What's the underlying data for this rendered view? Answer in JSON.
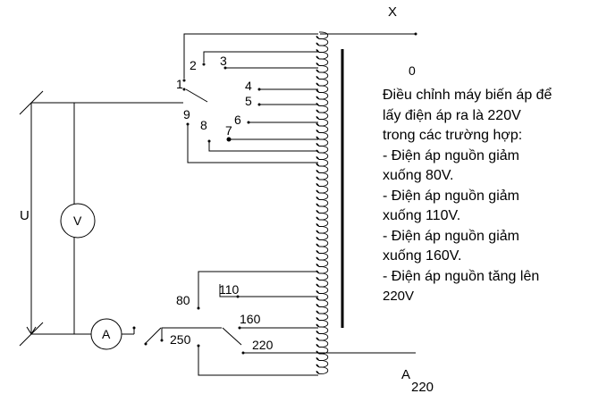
{
  "labels": {
    "x": "X",
    "zero": "0",
    "u": "U",
    "v": "V",
    "a": "A",
    "a220_main": "A",
    "a220_sub": "220",
    "tap_1": "1",
    "tap_2": "2",
    "tap_3": "3",
    "tap_4": "4",
    "tap_5": "5",
    "tap_6": "6",
    "tap_7": "7",
    "tap_8": "8",
    "tap_9": "9",
    "tap_80": "80",
    "tap_110": "110",
    "tap_160": "160",
    "tap_220": "220",
    "tap_250": "250"
  },
  "note": {
    "lines": [
      "Điều chỉnh máy biến áp để",
      "lấy điện áp ra là 220V",
      "trong các trường hợp:",
      "- Điện áp nguồn giảm",
      "xuống 80V.",
      "- Điện áp nguồn giảm",
      "xuống 110V.",
      "- Điện áp nguồn giảm",
      "xuống 160V.",
      "- Điện áp nguồn tăng lên",
      "220V"
    ]
  }
}
